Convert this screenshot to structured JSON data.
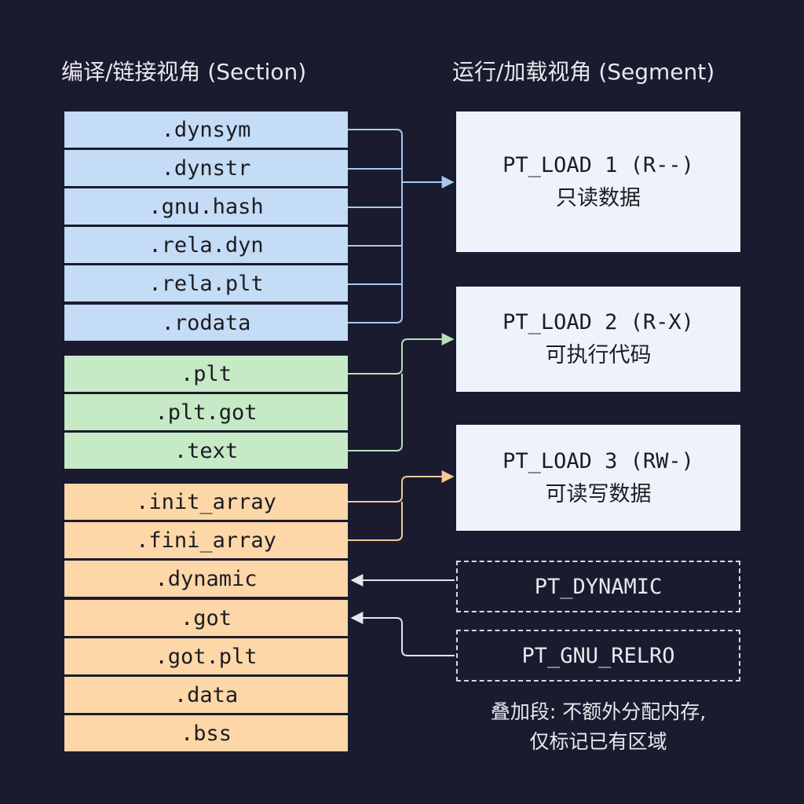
{
  "headings": {
    "left": "编译/链接视角 (Section)",
    "right": "运行/加载视角 (Segment)"
  },
  "sections": [
    {
      "name": ".dynsym",
      "group": "blue"
    },
    {
      "name": ".dynstr",
      "group": "blue"
    },
    {
      "name": ".gnu.hash",
      "group": "blue"
    },
    {
      "name": ".rela.dyn",
      "group": "blue"
    },
    {
      "name": ".rela.plt",
      "group": "blue"
    },
    {
      "name": ".rodata",
      "group": "blue"
    },
    {
      "name": ".plt",
      "group": "green"
    },
    {
      "name": ".plt.got",
      "group": "green"
    },
    {
      "name": ".text",
      "group": "green"
    },
    {
      "name": ".init_array",
      "group": "orange"
    },
    {
      "name": ".fini_array",
      "group": "orange"
    },
    {
      "name": ".dynamic",
      "group": "orange"
    },
    {
      "name": ".got",
      "group": "orange"
    },
    {
      "name": ".got.plt",
      "group": "orange"
    },
    {
      "name": ".data",
      "group": "orange"
    },
    {
      "name": ".bss",
      "group": "orange"
    }
  ],
  "segments": [
    {
      "title": "PT_LOAD 1 (R--)",
      "subtitle": "只读数据"
    },
    {
      "title": "PT_LOAD 2 (R-X)",
      "subtitle": "可执行代码"
    },
    {
      "title": "PT_LOAD 3 (RW-)",
      "subtitle": "可读写数据"
    }
  ],
  "overlay_segments": [
    {
      "title": "PT_DYNAMIC"
    },
    {
      "title": "PT_GNU_RELRO"
    }
  ],
  "note": {
    "line1": "叠加段: 不额外分配内存,",
    "line2": "仅标记已有区域"
  },
  "colors": {
    "background": "#1a1b2e",
    "blue": "#c4dcf6",
    "green": "#c6e9c6",
    "orange": "#fdd7a8",
    "segment_fill": "#eef3fb",
    "blue_line": "#a9c8ef",
    "green_line": "#b7e0b7",
    "orange_line": "#f6c99a",
    "white_line": "#e4e6ee"
  }
}
